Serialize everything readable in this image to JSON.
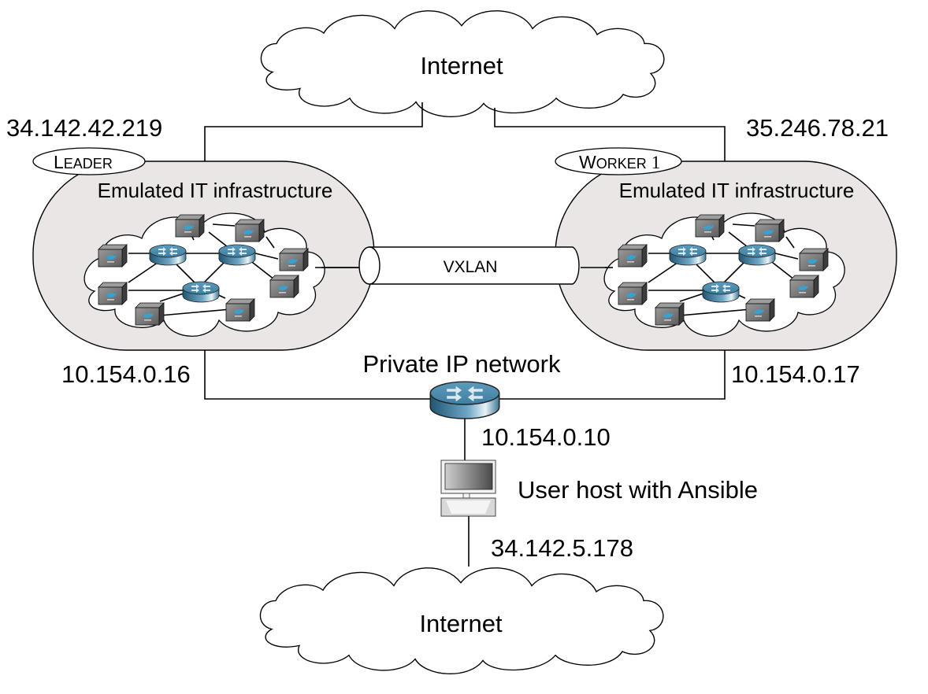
{
  "title": "Emulation testbed deployment",
  "internet_top": {
    "label": "Internet"
  },
  "internet_bottom": {
    "label": "Internet"
  },
  "leader": {
    "role_first": "L",
    "role_rest": "EADER",
    "public_ip": "34.142.42.219",
    "private_ip": "10.154.0.16",
    "infra_label": "Emulated IT infrastructure"
  },
  "worker": {
    "role_first": "W",
    "role_rest": "ORKER",
    "role_index": "1",
    "public_ip": "35.246.78.21",
    "private_ip": "10.154.0.17",
    "infra_label": "Emulated IT infrastructure"
  },
  "tunnel": {
    "label": "VXLAN"
  },
  "private_network": {
    "label": "Private IP network",
    "router_ip": "10.154.0.10"
  },
  "user_host": {
    "label": "User host with Ansible",
    "public_ip": "34.142.5.178"
  },
  "icons": {
    "router": "router-icon",
    "container": "docker-container-icon",
    "workstation": "workstation-icon",
    "cloud": "cloud-icon"
  },
  "colors": {
    "site_fill": "#e9e6e5",
    "router_top": "#4f8fb0",
    "router_side_dark": "#1f5673",
    "container_face": "#7a7a7a",
    "docker_blue": "#3aa0cf"
  }
}
